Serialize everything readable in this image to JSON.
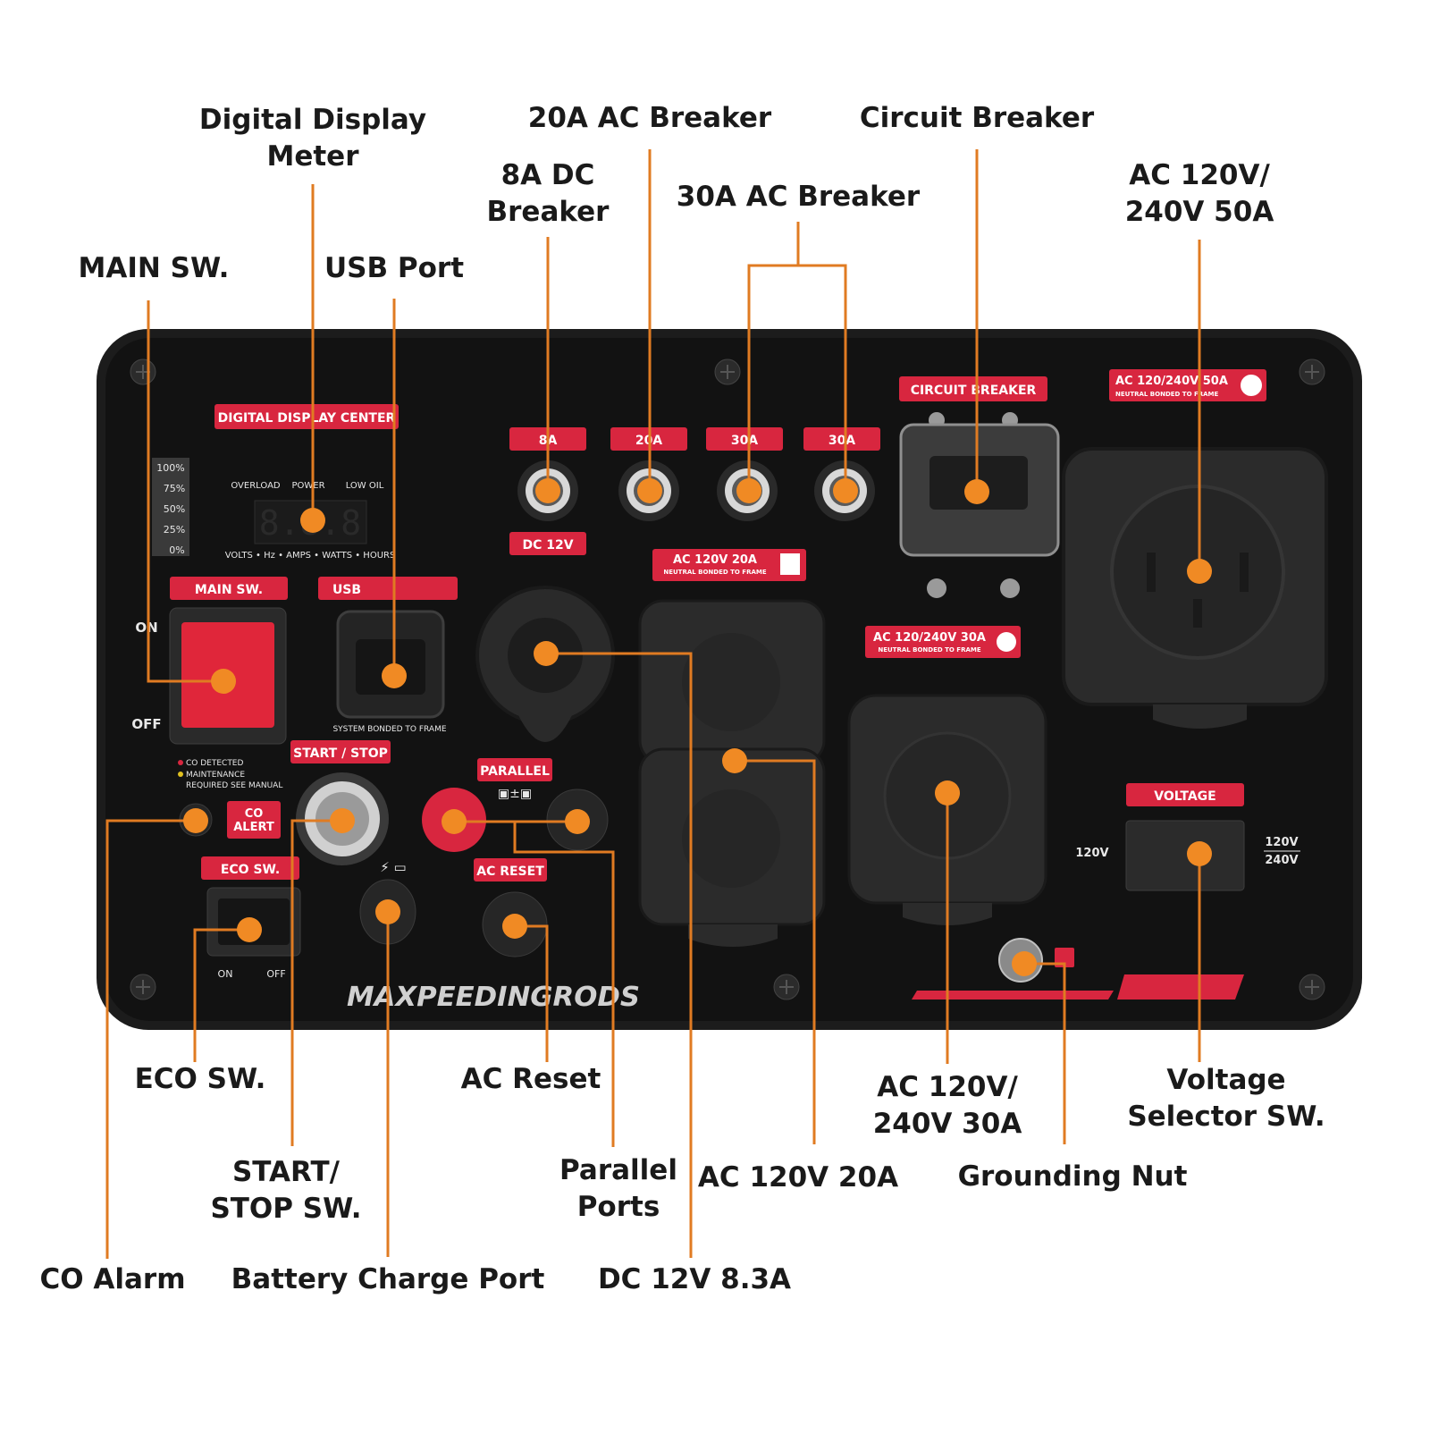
{
  "callouts": {
    "digital_display_meter": "Digital Display\nMeter",
    "ac_breaker_20a": "20A AC Breaker",
    "circuit_breaker": "Circuit Breaker",
    "dc_breaker_8a": "8A DC\nBreaker",
    "ac_breaker_30a": "30A AC Breaker",
    "ac_120_240_50a": "AC 120V/\n240V 50A",
    "main_sw": "MAIN SW.",
    "usb_port": "USB Port",
    "eco_sw": "ECO SW.",
    "ac_reset": "AC Reset",
    "ac_120_240_30a": "AC 120V/\n240V 30A",
    "voltage_selector_sw": "Voltage\nSelector SW.",
    "start_stop_sw": "START/\nSTOP SW.",
    "parallel_ports": "Parallel\nPorts",
    "ac_120v_20a": "AC 120V 20A",
    "grounding_nut": "Grounding Nut",
    "co_alarm": "CO Alarm",
    "battery_charge_port": "Battery Charge Port",
    "dc_12v_83a": "DC 12V 8.3A"
  },
  "panel": {
    "digital_display_center": "DIGITAL DISPLAY CENTER",
    "load_levels": [
      "100%",
      "75%",
      "50%",
      "25%",
      "0%"
    ],
    "overload": "OVERLOAD",
    "power": "POWER",
    "low_oil": "LOW OIL",
    "display_units": "VOLTS • Hz • AMPS • WATTS • HOURS",
    "breaker_8a": "8A",
    "breaker_20a": "20A",
    "breaker_30a_1": "30A",
    "breaker_30a_2": "30A",
    "circuit_breaker": "CIRCUIT BREAKER",
    "ac_50a_label": "AC 120/240V 50A",
    "neutral_bonded": "NEUTRAL BONDED TO FRAME",
    "dc_12v": "DC 12V",
    "ac_20a_label": "AC 120V 20A",
    "ac_30a_label": "AC 120/240V 30A",
    "main_sw": "MAIN SW.",
    "on": "ON",
    "off": "OFF",
    "usb": "USB",
    "system_bonded": "SYSTEM BONDED TO FRAME",
    "start_stop": "START / STOP",
    "co_detected": "CO DETECTED",
    "maintenance": "MAINTENANCE",
    "required_see_manual": "REQUIRED SEE MANUAL",
    "co_alert_1": "CO",
    "co_alert_2": "ALERT",
    "parallel": "PARALLEL",
    "eco_sw": "ECO SW.",
    "eco_on": "ON",
    "eco_off": "OFF",
    "ac_reset": "AC RESET",
    "voltage": "VOLTAGE",
    "v120": "120V",
    "v120_240_top": "120V",
    "v120_240_bottom": "240V",
    "brand": "MAXPEEDINGRODS"
  },
  "colors": {
    "leader": "#E07B22",
    "dot": "#F08A24",
    "tag_red": "#D8263F",
    "panel": "#131313",
    "text": "#1a1a1a"
  }
}
